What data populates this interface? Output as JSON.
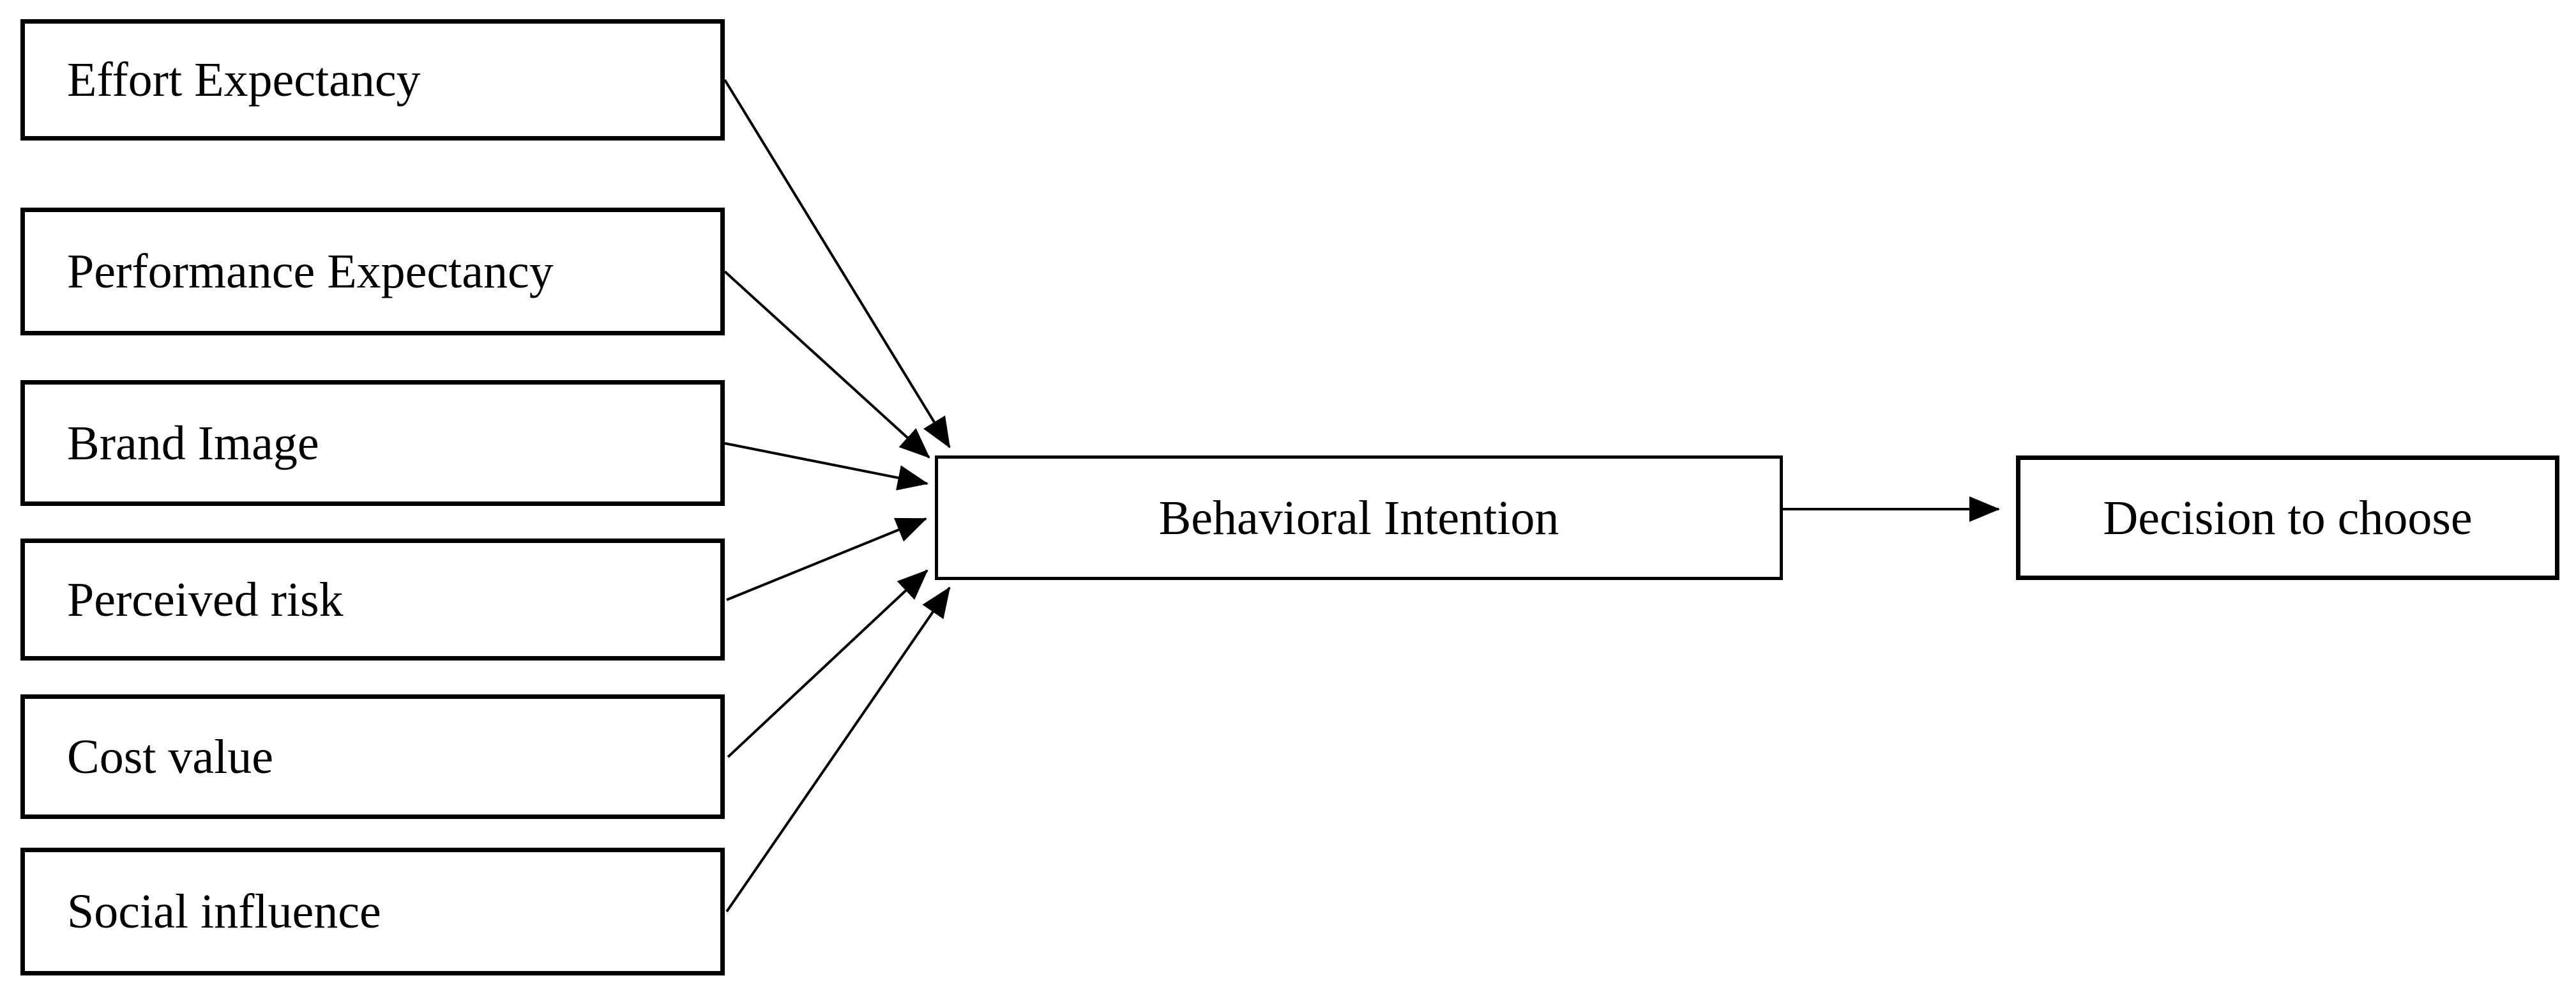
{
  "figure": {
    "type": "diagram",
    "description": "Conceptual research model: six predictor constructs point to Behavioral Intention, which points to Decision to choose",
    "background_color": "#ffffff",
    "nodes": {
      "predictors": [
        {
          "id": "effort-expectancy",
          "label": "Effort Expectancy"
        },
        {
          "id": "performance-expectancy",
          "label": "Performance Expectancy"
        },
        {
          "id": "brand-image",
          "label": "Brand Image"
        },
        {
          "id": "perceived-risk",
          "label": "Perceived risk"
        },
        {
          "id": "cost-value",
          "label": "Cost value"
        },
        {
          "id": "social-influence",
          "label": "Social influence"
        }
      ],
      "mediator": {
        "id": "behavioral-intention",
        "label": "Behavioral Intention"
      },
      "outcome": {
        "id": "decision-to-choose",
        "label": "Decision to choose"
      }
    },
    "edges": [
      {
        "from": "Effort Expectancy",
        "to": "Behavioral Intention"
      },
      {
        "from": "Performance Expectancy",
        "to": "Behavioral Intention"
      },
      {
        "from": "Brand Image",
        "to": "Behavioral Intention"
      },
      {
        "from": "Perceived risk",
        "to": "Behavioral Intention"
      },
      {
        "from": "Cost value",
        "to": "Behavioral Intention"
      },
      {
        "from": "Social influence",
        "to": "Behavioral Intention"
      },
      {
        "from": "Behavioral Intention",
        "to": "Decision to choose"
      }
    ],
    "colors": {
      "box_border": "#000000",
      "box_fill": "#ffffff",
      "text": "#000000",
      "arrow": "#000000"
    }
  }
}
